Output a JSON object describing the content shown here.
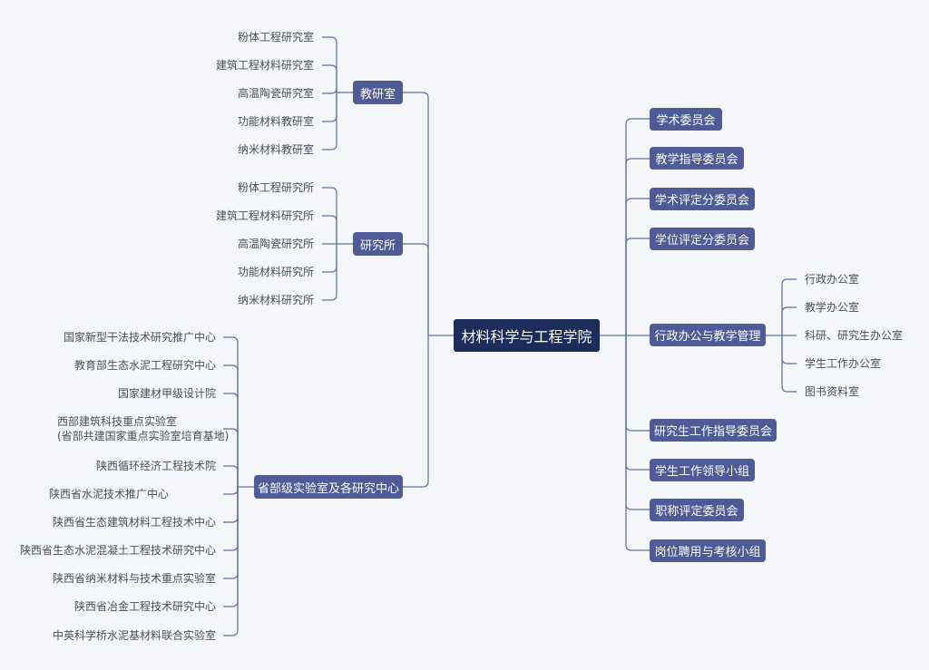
{
  "root": {
    "label": "材料科学与工程学院"
  },
  "left": {
    "teaching": {
      "label": "教研室",
      "items": [
        "粉体工程研究室",
        "建筑工程材料研究室",
        "高温陶瓷研究室",
        "功能材料教研室",
        "纳米材料教研室"
      ]
    },
    "institutes": {
      "label": "研究所",
      "items": [
        "粉体工程研究所",
        "建筑工程材料研究所",
        "高温陶瓷研究所",
        "功能材料研究所",
        "纳米材料研究所"
      ]
    },
    "labs": {
      "label": "省部级实验室及各研究中心",
      "items": [
        "国家新型干法技术研究推广中心",
        "教育部生态水泥工程研究中心",
        "国家建材甲级设计院",
        "西部建筑科技重点实验室",
        "(省部共建国家重点实验室培育基地)",
        "陕西循环经济工程技术院",
        "陕西省水泥技术推广中心",
        "陕西省生态建筑材料工程技术中心",
        "陕西省生态水泥混凝土工程技术研究中心",
        "陕西省纳米材料与技术重点实验室",
        "陕西省冶金工程技术研究中心",
        "中英科学桥水泥基材料联合实验室"
      ]
    }
  },
  "right": {
    "nodes": [
      "学术委员会",
      "教学指导委员会",
      "学术评定分委员会",
      "学位评定分委员会",
      "行政办公与教学管理",
      "研究生工作指导委员会",
      "学生工作领导小组",
      "职称评定委员会",
      "岗位聘用与考核小组"
    ],
    "admin_items": [
      "行政办公室",
      "教学办公室",
      "科研、研究生办公室",
      "学生工作办公室",
      "图书资料室"
    ]
  },
  "colors": {
    "root": "#1c2c5b",
    "node": "#4e5b96",
    "line": "#5a6fa8",
    "background": "#f4f6fa"
  }
}
